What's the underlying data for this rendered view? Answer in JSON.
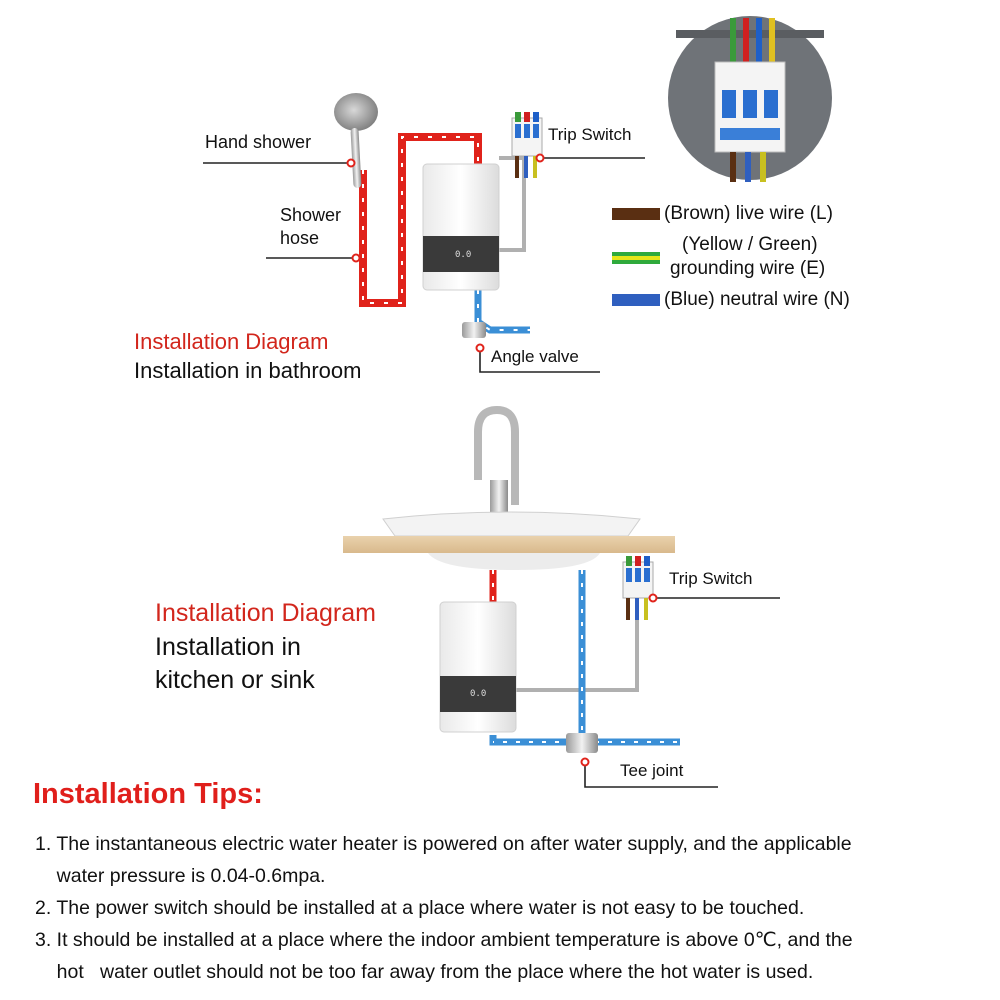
{
  "bathroom": {
    "hand_shower": "Hand shower",
    "shower_hose_line1": "Shower",
    "shower_hose_line2": "hose",
    "trip_switch": "Trip Switch",
    "angle_valve": "Angle valve",
    "title_red": "Installation Diagram",
    "title_sub": "Installation in bathroom"
  },
  "legend": {
    "brown": "(Brown) live wire (L)",
    "yellow_line1": "(Yellow / Green)",
    "yellow_line2": "grounding wire (E)",
    "blue": "(Blue) neutral wire (N)",
    "colors": {
      "brown": "#5a2f12",
      "yellow": "#e6e619",
      "green": "#2faa3c",
      "blue": "#2f5fbf"
    }
  },
  "kitchen": {
    "trip_switch": "Trip Switch",
    "tee_joint": "Tee joint",
    "title_red": "Installation Diagram",
    "title_sub_line1": "Installation in",
    "title_sub_line2": "kitchen or sink"
  },
  "tips": {
    "heading": "Installation Tips:",
    "items": [
      "1. The instantaneous electric water heater is powered on after water supply, and the applicable",
      "    water pressure is 0.04-0.6mpa.",
      "2. The power switch should be installed at a place where water is not easy to be touched.",
      "3. It should be installed at a place where the indoor ambient temperature is above 0℃, and the",
      "    hot   water outlet should not be too far away from the place where the hot water is used."
    ]
  },
  "colors": {
    "hot_pipe": "#e0231b",
    "cold_pipe": "#3b8fd6",
    "accent_red": "#d2261c",
    "tips_red": "#e01f1b"
  }
}
